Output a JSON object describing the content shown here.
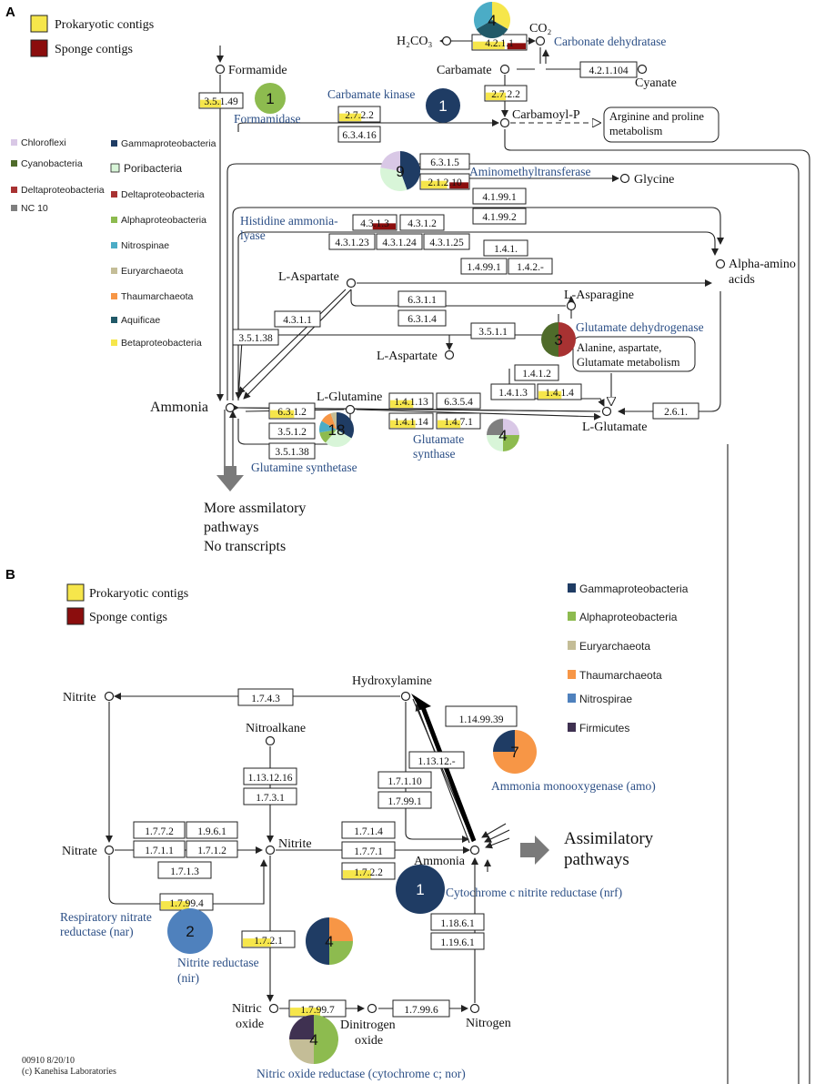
{
  "panels": {
    "a": "A",
    "b": "B"
  },
  "colors": {
    "prokaryotic": "#f6e64b",
    "sponge": "#8b0d0d",
    "enzyme_text": "#2c4f86",
    "arrow_grey": "#7a7a7a"
  },
  "legend_a": {
    "prokaryotic_label": "Prokaryotic contigs",
    "sponge_label": "Sponge contigs",
    "taxa_left": [
      {
        "name": "Chloroflexi",
        "color": "#d9c8e6"
      },
      {
        "name": "Cyanobacteria",
        "color": "#4f6b2a"
      },
      {
        "name": "Deltaproteobacteria",
        "color": "#a83232"
      },
      {
        "name": "NC 10",
        "color": "#7f7f7f"
      }
    ],
    "taxa_right": [
      {
        "name": "Gammaproteobacteria",
        "color": "#1f3c64"
      },
      {
        "name": "Poribacteria",
        "color": "#d8f5d8"
      },
      {
        "name": "Deltaproteobacteria",
        "color": "#a83232"
      },
      {
        "name": "Alphaproteobacteria",
        "color": "#8dbb4f"
      },
      {
        "name": "Nitrospinae",
        "color": "#4bacc6"
      },
      {
        "name": "Euryarchaeota",
        "color": "#c4bd97"
      },
      {
        "name": "Thaumarchaeota",
        "color": "#f79646"
      },
      {
        "name": "Aquificae",
        "color": "#215968"
      },
      {
        "name": "Betaproteobacteria",
        "color": "#f6e64b"
      }
    ]
  },
  "compounds_a": {
    "formamide": "Formamide",
    "h2co3": "H₂CO₃",
    "co2": "CO₂",
    "carbamate": "Carbamate",
    "cyanate": "Cyanate",
    "carbamoyl_p": "Carbamoyl-P",
    "glycine": "Glycine",
    "alpha_amino_1": "Alpha-amino",
    "alpha_amino_2": "acids",
    "l_aspartate": "L-Aspartate",
    "l_asparagine": "L-Asparagine",
    "l_aspartate_2": "L-Aspartate",
    "ammonia": "Ammonia",
    "l_glutamine": "L-Glutamine",
    "l_glutamate": "L-Glutamate"
  },
  "maps_a": {
    "arg_pro_1": "Arginine and proline",
    "arg_pro_2": "metabolism",
    "ala_1": "Alanine, aspartate,",
    "ala_2": "Glutamate metabolism"
  },
  "enzymes_a": {
    "carbonate": "Carbonate dehydratase",
    "formamidase": "Formamidase",
    "carbamate_kinase": "Carbamate kinase",
    "aminomethyl": "Aminomethyltransferase",
    "histidine_1": "Histidine ammonia-",
    "histidine_2": "lyase",
    "glutamate_dh": "Glutamate dehydrogenase",
    "glutamate_syn_1": "Glutamate",
    "glutamate_syn_2": "synthase",
    "glutamine_syn": "Glutamine synthetase"
  },
  "ec_a": {
    "e_4_2_1_1": "4.2.1.1",
    "e_4_2_1_104": "4.2.1.104",
    "e_3_5_1_49": "3.5.1.49",
    "e_2_7_2_2_a": "2.7.2.2",
    "e_2_7_2_2_b": "2.7.2.2",
    "e_6_3_4_16": "6.3.4.16",
    "e_6_3_1_5": "6.3.1.5",
    "e_2_1_2_10": "2.1.2.10",
    "e_4_1_99_1": "4.1.99.1",
    "e_4_1_99_2": "4.1.99.2",
    "e_4_3_1_3": "4.3.1.3",
    "e_4_3_1_2": "4.3.1.2",
    "e_4_3_1_23": "4.3.1.23",
    "e_4_3_1_24": "4.3.1.24",
    "e_4_3_1_25": "4.3.1.25",
    "e_1_4_1": "1.4.1.",
    "e_1_4_99_1": "1.4.99.1",
    "e_1_4_2": "1.4.2.-",
    "e_6_3_1_1": "6.3.1.1",
    "e_6_3_1_4": "6.3.1.4",
    "e_4_3_1_1": "4.3.1.1",
    "e_3_5_1_38_a": "3.5.1.38",
    "e_3_5_1_1": "3.5.1.1",
    "e_1_4_1_2": "1.4.1.2",
    "e_1_4_1_3": "1.4.1.3",
    "e_1_4_1_4": "1.4.1.4",
    "e_2_6_1": "2.6.1.",
    "e_6_3_1_2": "6.3.1.2",
    "e_3_5_1_2": "3.5.1.2",
    "e_3_5_1_38_b": "3.5.1.38",
    "e_1_4_1_13": "1.4.1.13",
    "e_6_3_5_4": "6.3.5.4",
    "e_1_4_1_14": "1.4.1.14",
    "e_1_4_7_1": "1.4.7.1"
  },
  "pies_a": {
    "carbonate": "4",
    "formamidase": "1",
    "carbamate_kinase": "1",
    "aminomethyl": "9",
    "glutamate_dh": "3",
    "glutamine_syn": "18",
    "glutamate_syn": "4"
  },
  "more_a": {
    "line1": "More assmilatory",
    "line2": "pathways",
    "line3": "No transcripts"
  },
  "legend_b": {
    "prokaryotic_label": "Prokaryotic contigs",
    "sponge_label": "Sponge contigs",
    "taxa": [
      {
        "name": "Gammaproteobacteria",
        "color": "#1f3c64"
      },
      {
        "name": "Alphaproteobacteria",
        "color": "#8dbb4f"
      },
      {
        "name": "Euryarchaeota",
        "color": "#c4bd97"
      },
      {
        "name": "Thaumarchaeota",
        "color": "#f79646"
      },
      {
        "name": "Nitrospirae",
        "color": "#4f81bd"
      },
      {
        "name": "Firmicutes",
        "color": "#3f3151"
      }
    ]
  },
  "compounds_b": {
    "nitrite_left": "Nitrite",
    "hydroxylamine": "Hydroxylamine",
    "nitroalkane": "Nitroalkane",
    "nitrate": "Nitrate",
    "nitrite_mid": "Nitrite",
    "ammonia": "Ammonia",
    "nitric_1": "Nitric",
    "nitric_2": "oxide",
    "dinitrogen_1": "Dinitrogen",
    "dinitrogen_2": "oxide",
    "nitrogen": "Nitrogen",
    "assim_1": "Assimilatory",
    "assim_2": "pathways"
  },
  "enzymes_b": {
    "amo": "Ammonia monooxygenase (amo)",
    "nrf": "Cytochrome c nitrite reductase (nrf)",
    "nar_1": "Respiratory nitrate",
    "nar_2": "reductase (nar)",
    "nir_1": "Nitrite reductase",
    "nir_2": "(nir)",
    "nor": "Nitric oxide reductase (cytochrome c; nor)"
  },
  "ec_b": {
    "e_1_7_4_3": "1.7.4.3",
    "e_1_13_12_16": "1.13.12.16",
    "e_1_7_3_1": "1.7.3.1",
    "e_1_14_99_39": "1.14.99.39",
    "e_1_13_12": "1.13.12.-",
    "e_1_7_1_10": "1.7.1.10",
    "e_1_7_99_1": "1.7.99.1",
    "e_1_7_7_2": "1.7.7.2",
    "e_1_9_6_1": "1.9.6.1",
    "e_1_7_1_1": "1.7.1.1",
    "e_1_7_1_2": "1.7.1.2",
    "e_1_7_1_3": "1.7.1.3",
    "e_1_7_99_4": "1.7.99.4",
    "e_1_7_1_4": "1.7.1.4",
    "e_1_7_7_1": "1.7.7.1",
    "e_1_7_2_2": "1.7.2.2",
    "e_1_18_6_1": "1.18.6.1",
    "e_1_19_6_1": "1.19.6.1",
    "e_1_7_2_1": "1.7.2.1",
    "e_1_7_99_7": "1.7.99.7",
    "e_1_7_99_6": "1.7.99.6"
  },
  "pies_b": {
    "amo": "7",
    "nrf": "1",
    "nar": "2",
    "nir": "4",
    "nor": "4"
  },
  "footer": {
    "line1": "00910 8/20/10",
    "line2": "(c) Kanehisa Laboratories"
  }
}
